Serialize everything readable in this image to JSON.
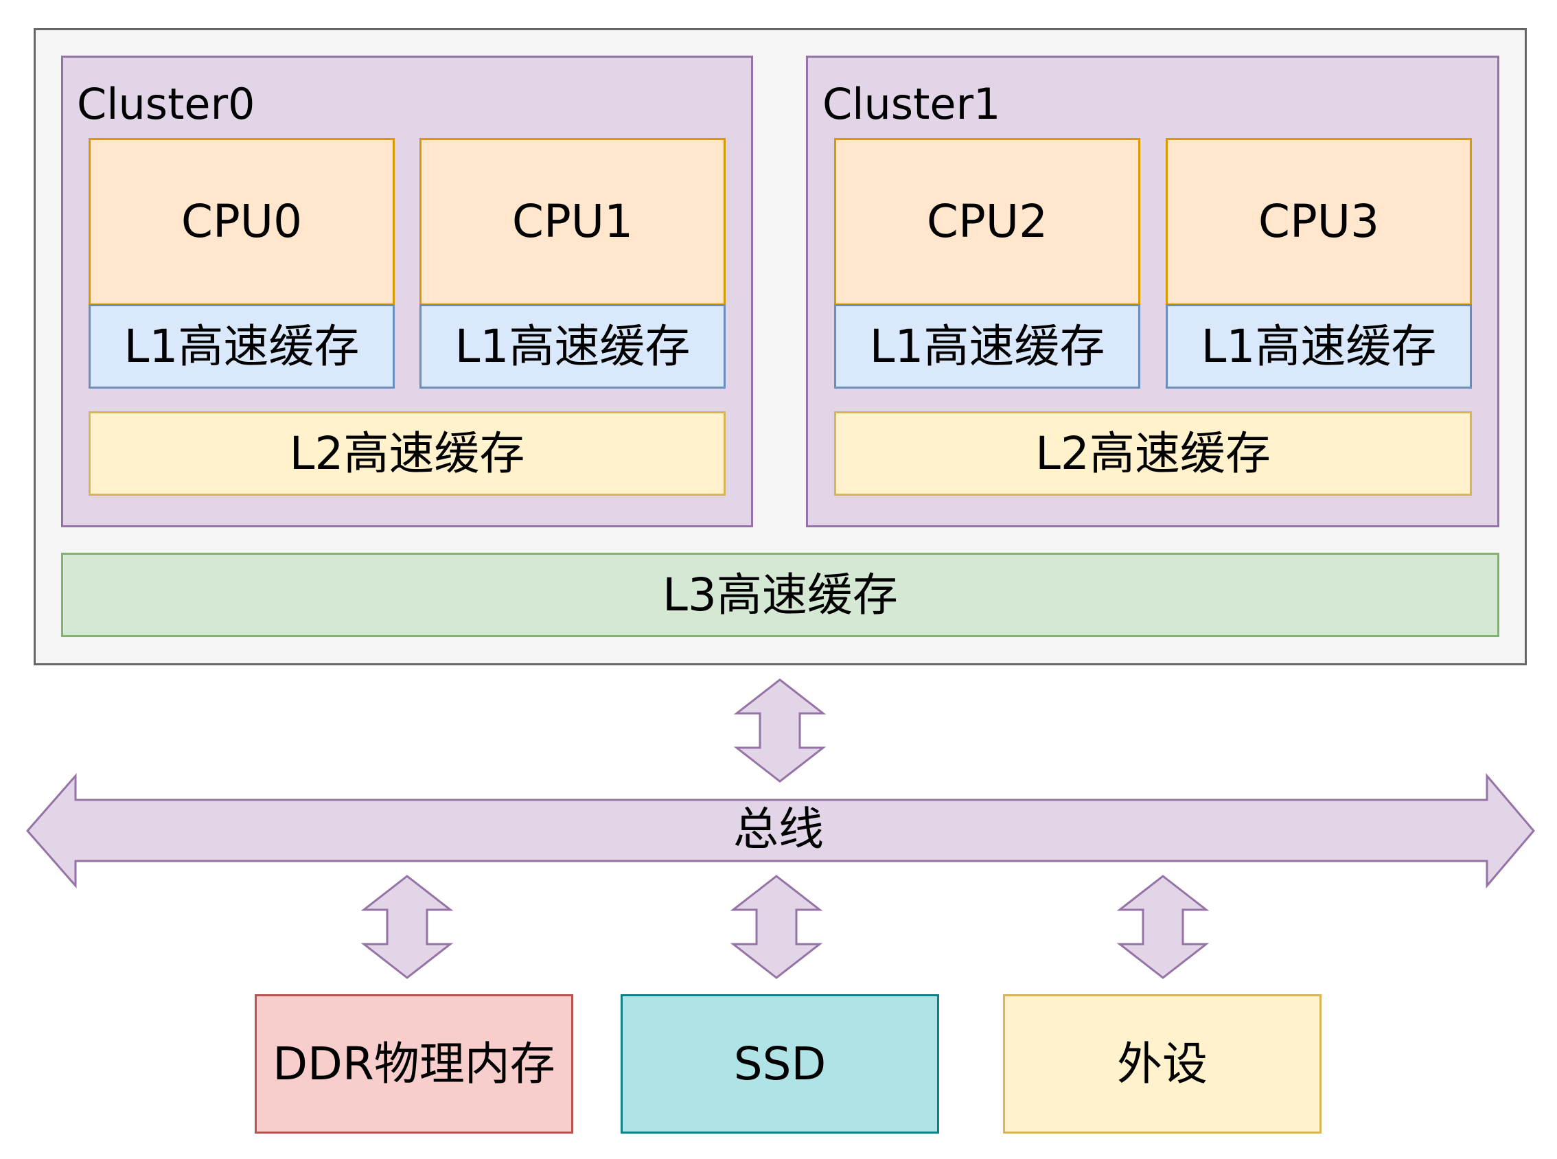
{
  "clusters": [
    {
      "title": "Cluster0",
      "cpus": [
        {
          "cpu": "CPU0",
          "l1": "L1高速缓存"
        },
        {
          "cpu": "CPU1",
          "l1": "L1高速缓存"
        }
      ],
      "l2": "L2高速缓存"
    },
    {
      "title": "Cluster1",
      "cpus": [
        {
          "cpu": "CPU2",
          "l1": "L1高速缓存"
        },
        {
          "cpu": "CPU3",
          "l1": "L1高速缓存"
        }
      ],
      "l2": "L2高速缓存"
    }
  ],
  "l3": "L3高速缓存",
  "bus": "总线",
  "devices": {
    "ddr": "DDR物理内存",
    "ssd": "SSD",
    "peripheral": "外设"
  },
  "colors": {
    "soc_fill": "#f5f5f5",
    "soc_stroke": "#666666",
    "cluster_fill": "#e1d5e7",
    "cluster_stroke": "#9673a6",
    "cpu_fill": "#ffe6cc",
    "cpu_stroke": "#d79b00",
    "l1_fill": "#dae8fc",
    "l1_stroke": "#6c8ebf",
    "l2_fill": "#fff2cc",
    "l2_stroke": "#d6b656",
    "l3_fill": "#d5e8d4",
    "l3_stroke": "#82b366",
    "ddr_fill": "#f8cecc",
    "ddr_stroke": "#b85450",
    "ssd_fill": "#b0e3e6",
    "ssd_stroke": "#0e8088",
    "peripheral_fill": "#fff2cc",
    "peripheral_stroke": "#d6b656"
  }
}
